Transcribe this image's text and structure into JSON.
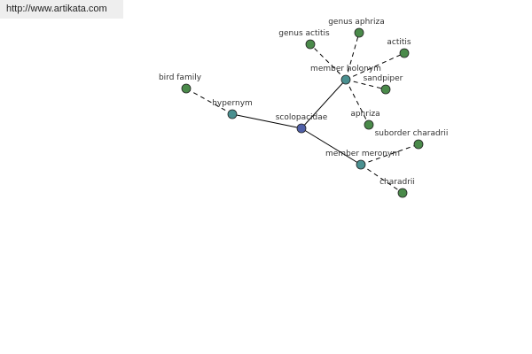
{
  "header": {
    "url": "http://www.artikata.com"
  },
  "colors": {
    "center_node": "#5060a8",
    "relation_node": "#4a9090",
    "leaf_node": "#4a8a4a",
    "node_stroke": "#222222",
    "edge": "#000000"
  },
  "graph": {
    "center": {
      "id": "scolopacidae",
      "label": "scolopacidae"
    },
    "relations": [
      {
        "id": "hypernym",
        "label": "hypernym"
      },
      {
        "id": "member-holonym",
        "label": "member holonym"
      },
      {
        "id": "member-meronym",
        "label": "member meronym"
      }
    ],
    "leaves": [
      {
        "id": "bird-family",
        "label": "bird family",
        "relation": "hypernym"
      },
      {
        "id": "genus-actitis",
        "label": "genus actitis",
        "relation": "member-holonym"
      },
      {
        "id": "genus-aphriza",
        "label": "genus aphriza",
        "relation": "member-holonym"
      },
      {
        "id": "actitis",
        "label": "actitis",
        "relation": "member-holonym"
      },
      {
        "id": "sandpiper",
        "label": "sandpiper",
        "relation": "member-holonym"
      },
      {
        "id": "aphriza",
        "label": "aphriza",
        "relation": "member-holonym"
      },
      {
        "id": "suborder-charadrii",
        "label": "suborder charadrii",
        "relation": "member-meronym"
      },
      {
        "id": "charadrii",
        "label": "charadrii",
        "relation": "member-meronym"
      }
    ]
  }
}
